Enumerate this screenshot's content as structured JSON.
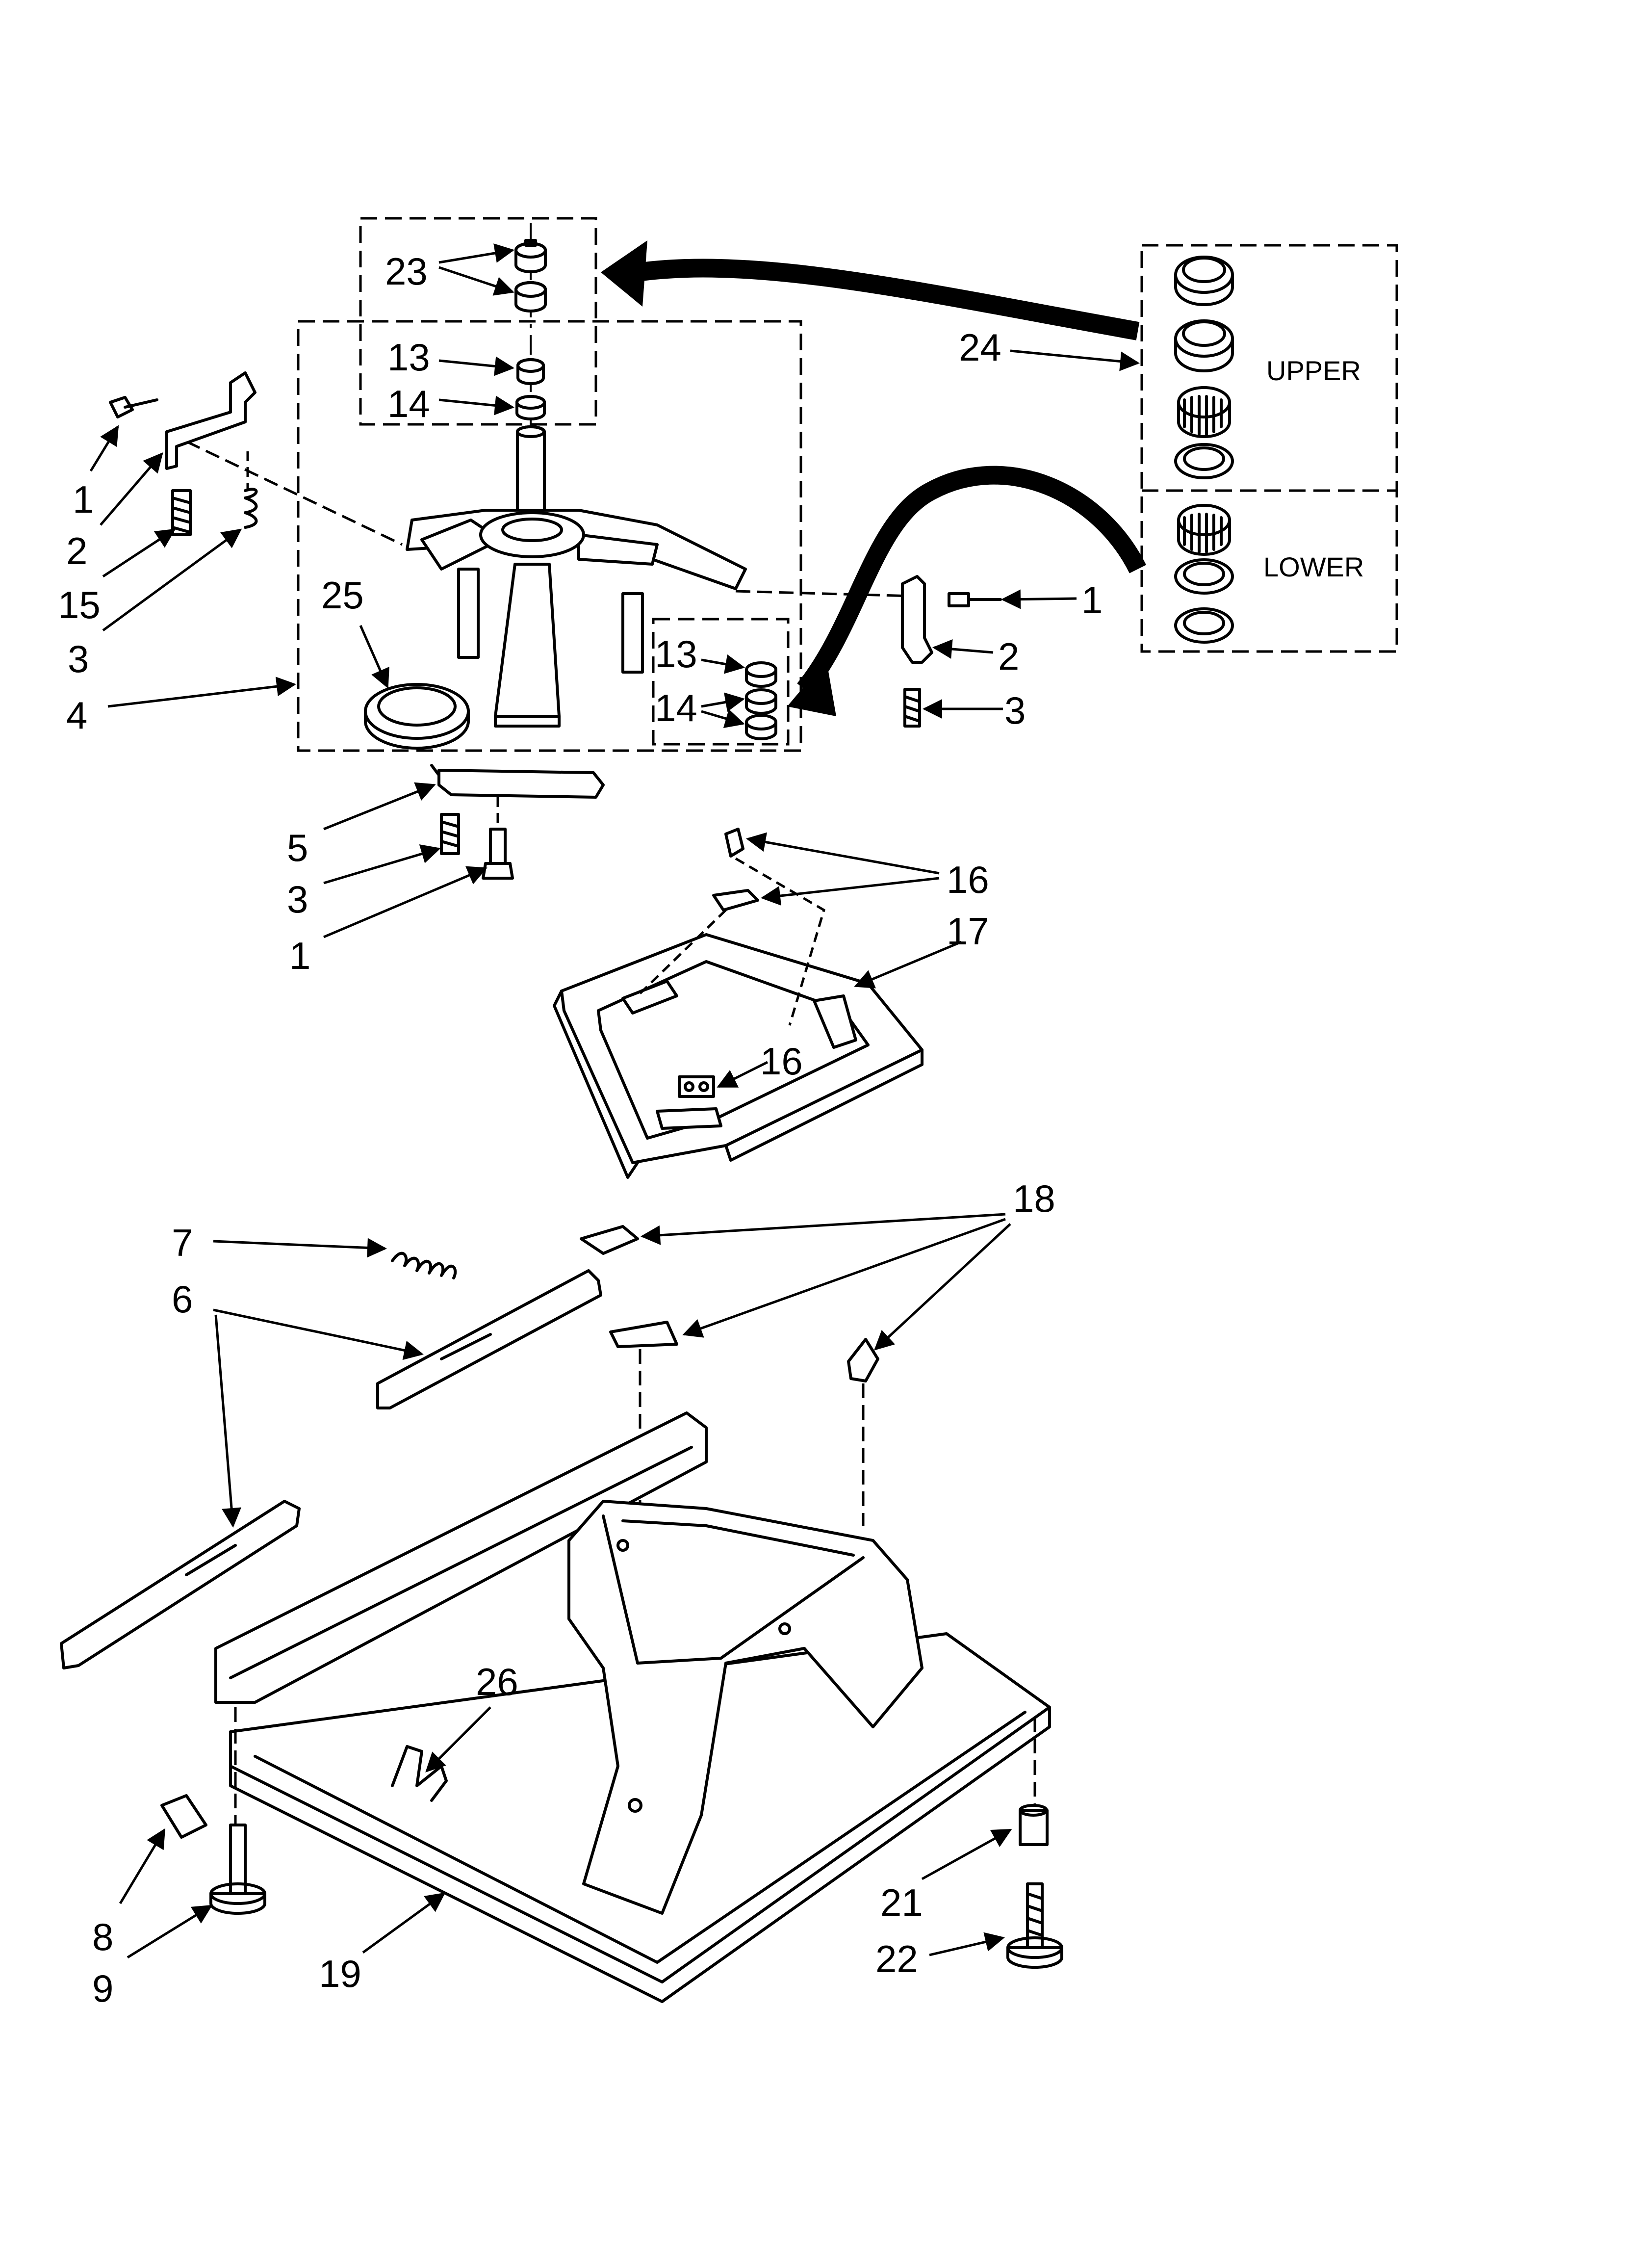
{
  "callouts": {
    "c1_top_left": "1",
    "c2_top_left": "2",
    "c15": "15",
    "c3_top_left": "3",
    "c4": "4",
    "c23": "23",
    "c13_top": "13",
    "c14_top": "14",
    "c25": "25",
    "c13_lower": "13",
    "c14_lower": "14",
    "c1_right": "1",
    "c2_right": "2",
    "c3_right": "3",
    "c24": "24",
    "c5": "5",
    "c3_bottom": "3",
    "c1_bottom": "1",
    "c16_top": "16",
    "c17": "17",
    "c16_mid": "16",
    "c18": "18",
    "c7": "7",
    "c6": "6",
    "c26": "26",
    "c8": "8",
    "c9": "9",
    "c19": "19",
    "c21": "21",
    "c22": "22"
  },
  "kit": {
    "upper_label": "UPPER",
    "lower_label": "LOWER"
  }
}
